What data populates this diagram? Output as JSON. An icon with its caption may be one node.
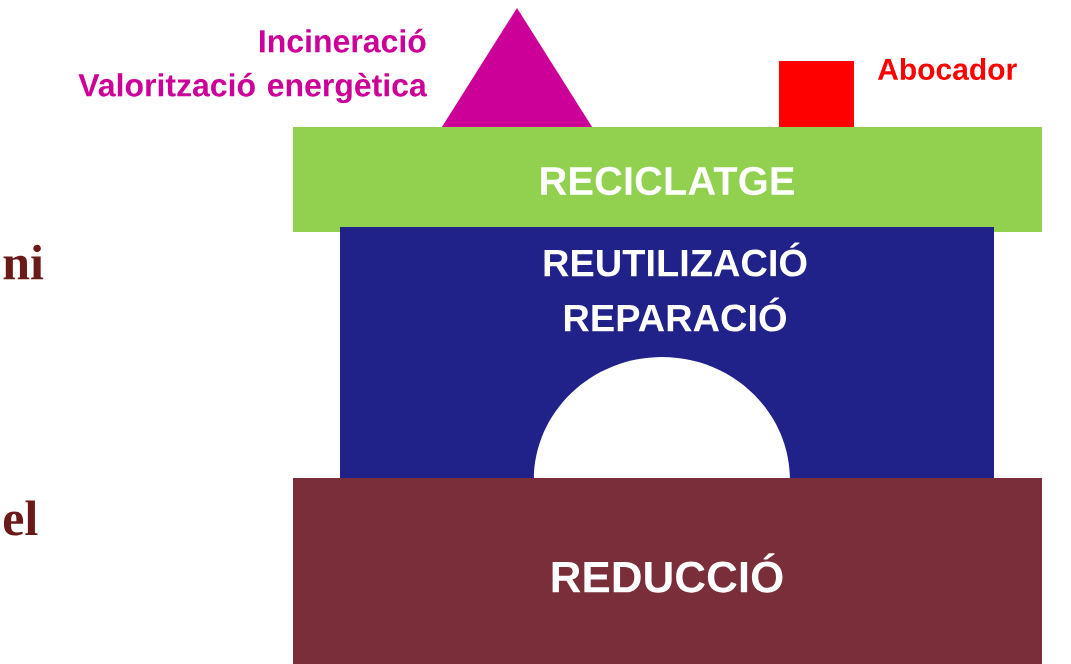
{
  "diagram": {
    "nodes": [
      {
        "text": [],
        "shape": "triangle",
        "beside": [
          "Incineració Valorització energètica"
        ]
      },
      {
        "text": [],
        "shape": "box",
        "beside": [
          "Abocador"
        ]
      },
      {
        "text": [
          "RECICLATGE"
        ]
      },
      {
        "text": [
          "REUTILIZACIÓ REPARACIÓ"
        ]
      },
      {
        "text": [
          "REDUCCIÓ"
        ]
      }
    ],
    "labels": [
      "ni",
      "el"
    ]
  }
}
